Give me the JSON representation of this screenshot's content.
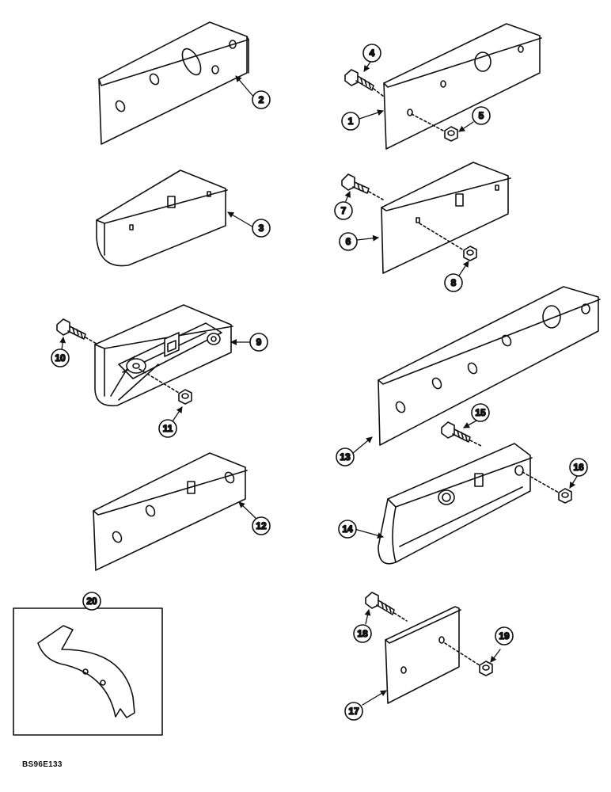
{
  "callouts": {
    "c1": "1",
    "c2": "2",
    "c3": "3",
    "c4": "4",
    "c5": "5",
    "c6": "6",
    "c7": "7",
    "c8": "8",
    "c9": "9",
    "c10": "10",
    "c11": "11",
    "c12": "12",
    "c13": "13",
    "c14": "14",
    "c15": "15",
    "c16": "16",
    "c17": "17",
    "c18": "18",
    "c19": "19",
    "c20": "20"
  },
  "figure_code": "BS96E133",
  "colors": {
    "ink": "#111111",
    "paper": "#ffffff"
  }
}
